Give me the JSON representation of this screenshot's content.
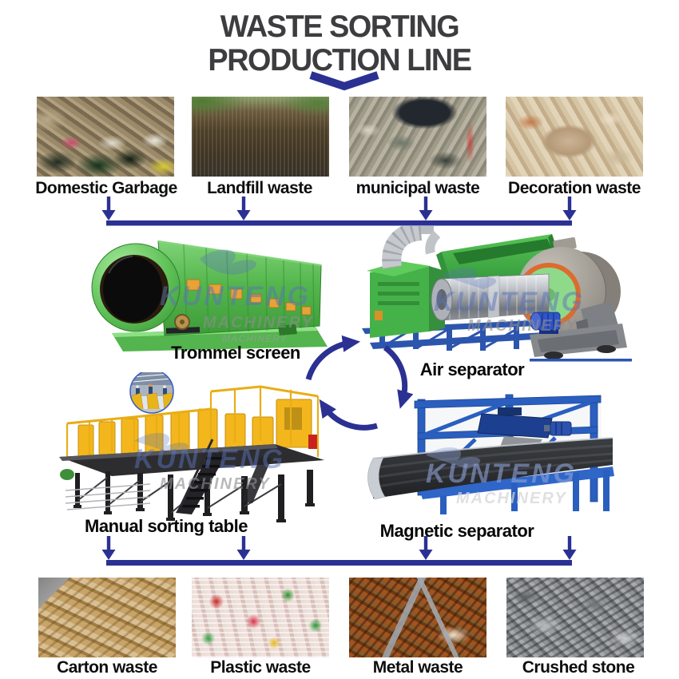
{
  "title": {
    "line1": "WASTE SORTING",
    "line2": "PRODUCTION LINE"
  },
  "watermark": {
    "line1": "KUNTENG",
    "line2": "MACHINERY"
  },
  "inputs": [
    {
      "label": "Domestic Garbage"
    },
    {
      "label": "Landfill waste"
    },
    {
      "label": "municipal waste"
    },
    {
      "label": "Decoration waste"
    }
  ],
  "machines": [
    {
      "label": "Trommel screen"
    },
    {
      "label": "Air separator"
    },
    {
      "label": "Manual sorting table"
    },
    {
      "label": "Magnetic separator"
    }
  ],
  "outputs": [
    {
      "label": "Carton waste"
    },
    {
      "label": "Plastic waste"
    },
    {
      "label": "Metal waste"
    },
    {
      "label": "Crushed stone"
    }
  ],
  "colors": {
    "accent_navy": "#2b3192",
    "title_gray": "#3d3d40",
    "machine_green": "#4cb64c",
    "machine_yellow": "#f3b71d",
    "machine_blue": "#2a5fc0"
  }
}
